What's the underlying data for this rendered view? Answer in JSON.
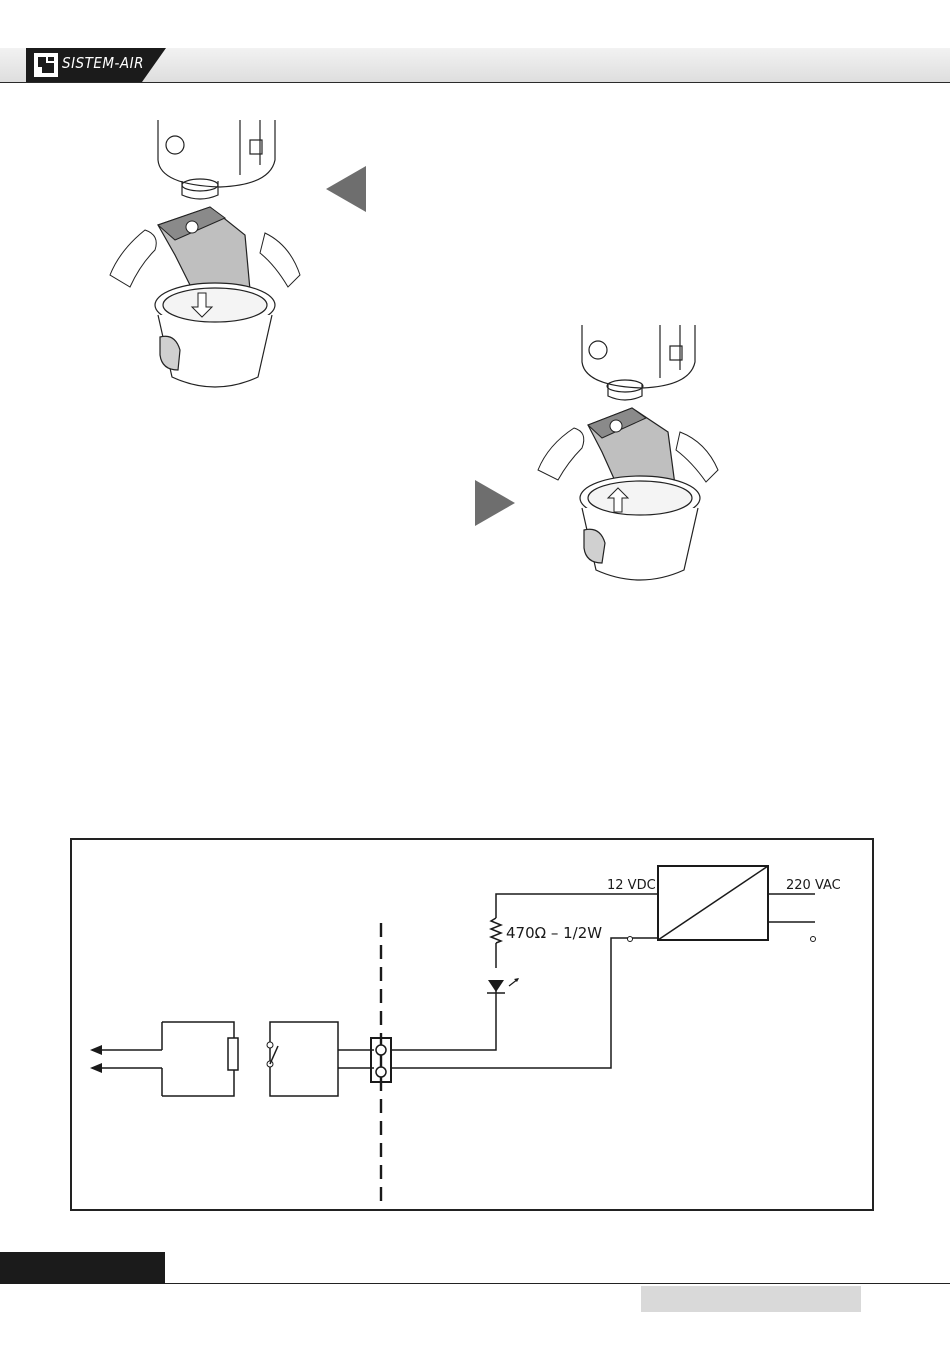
{
  "header": {
    "brand": "SISTEM-AIR"
  },
  "steps": [
    {
      "direction": "remove",
      "icon": "left-triangle-icon"
    },
    {
      "direction": "install",
      "icon": "right-triangle-icon"
    }
  ],
  "diagram": {
    "supply_dc_label": "12 VDC",
    "supply_ac_label": "220 VAC",
    "resistor_label": "470Ω – 1/2W"
  },
  "colors": {
    "header_band": "#e6e6e6",
    "logo_bg": "#1b1b1b",
    "arrow_gray": "#6e6e6e",
    "footer_gray": "#d9d9d9"
  }
}
